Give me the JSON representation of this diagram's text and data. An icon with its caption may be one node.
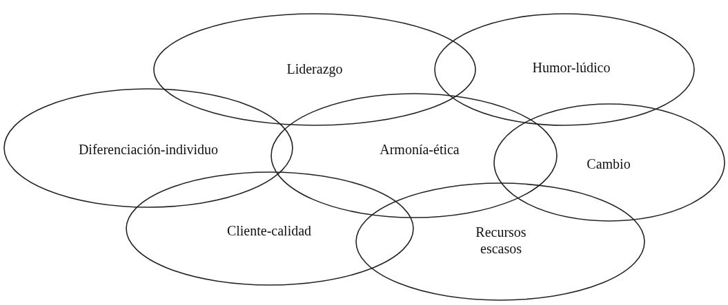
{
  "diagram": {
    "nodes": [
      {
        "text": [
          "Liderazgo"
        ]
      },
      {
        "text": [
          "Humor-lúdico"
        ]
      },
      {
        "text": [
          "Diferenciación-individuo"
        ]
      },
      {
        "text": [
          "Armonía-ética"
        ]
      },
      {
        "text": [
          "Cambio"
        ]
      },
      {
        "text": [
          "Cliente-calidad"
        ]
      },
      {
        "text": [
          "Recursos escasos"
        ]
      }
    ]
  }
}
